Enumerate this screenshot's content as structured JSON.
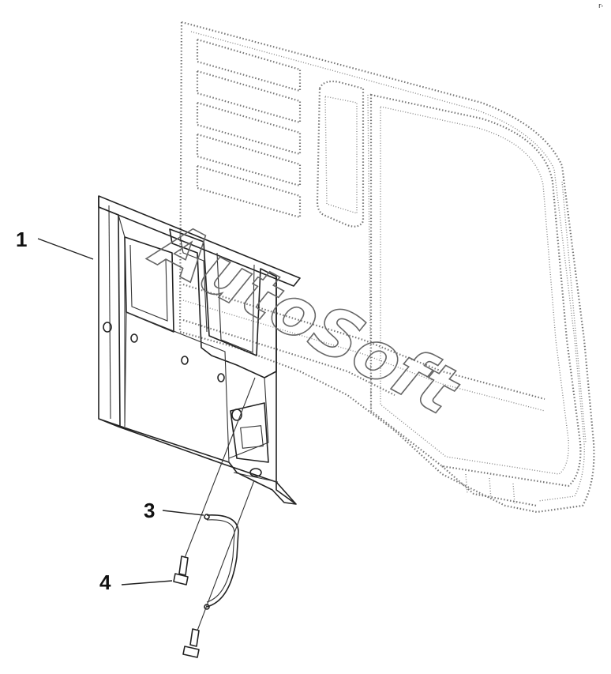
{
  "callouts": [
    {
      "label": "1"
    },
    {
      "label": "3"
    },
    {
      "label": "4"
    }
  ],
  "watermark": "AutoSoft",
  "corner_mark": "r-"
}
